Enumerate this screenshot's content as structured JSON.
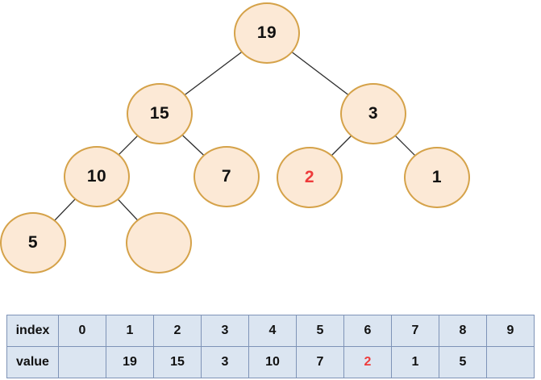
{
  "colors": {
    "node-fill": "#FCE9D6",
    "node-border": "#D5A249",
    "edge": "#2e2e2e",
    "highlight": "#EE3B3B",
    "table-bg": "#DBE5F1",
    "table-border": "#7E93B7",
    "text": "#111111"
  },
  "tree": {
    "type": "binary-tree",
    "nodes": [
      {
        "id": "19",
        "label": "19",
        "highlighted": false
      },
      {
        "id": "15",
        "label": "15",
        "highlighted": false
      },
      {
        "id": "3",
        "label": "3",
        "highlighted": false
      },
      {
        "id": "10",
        "label": "10",
        "highlighted": false
      },
      {
        "id": "7",
        "label": "7",
        "highlighted": false
      },
      {
        "id": "2",
        "label": "2",
        "highlighted": true
      },
      {
        "id": "1",
        "label": "1",
        "highlighted": false
      },
      {
        "id": "5",
        "label": "5",
        "highlighted": false
      },
      {
        "id": "empty",
        "label": "",
        "highlighted": false
      }
    ],
    "edges": [
      [
        "19",
        "15"
      ],
      [
        "19",
        "3"
      ],
      [
        "15",
        "10"
      ],
      [
        "15",
        "7"
      ],
      [
        "3",
        "2"
      ],
      [
        "3",
        "1"
      ],
      [
        "10",
        "5"
      ],
      [
        "10",
        "empty"
      ]
    ]
  },
  "array_table": {
    "row_labels": [
      "index",
      "value"
    ],
    "indices": [
      "0",
      "1",
      "2",
      "3",
      "4",
      "5",
      "6",
      "7",
      "8",
      "9"
    ],
    "values": [
      "",
      "19",
      "15",
      "3",
      "10",
      "7",
      "2",
      "1",
      "5",
      ""
    ],
    "value_highlights": [
      false,
      false,
      false,
      false,
      false,
      false,
      true,
      false,
      false,
      false
    ]
  }
}
